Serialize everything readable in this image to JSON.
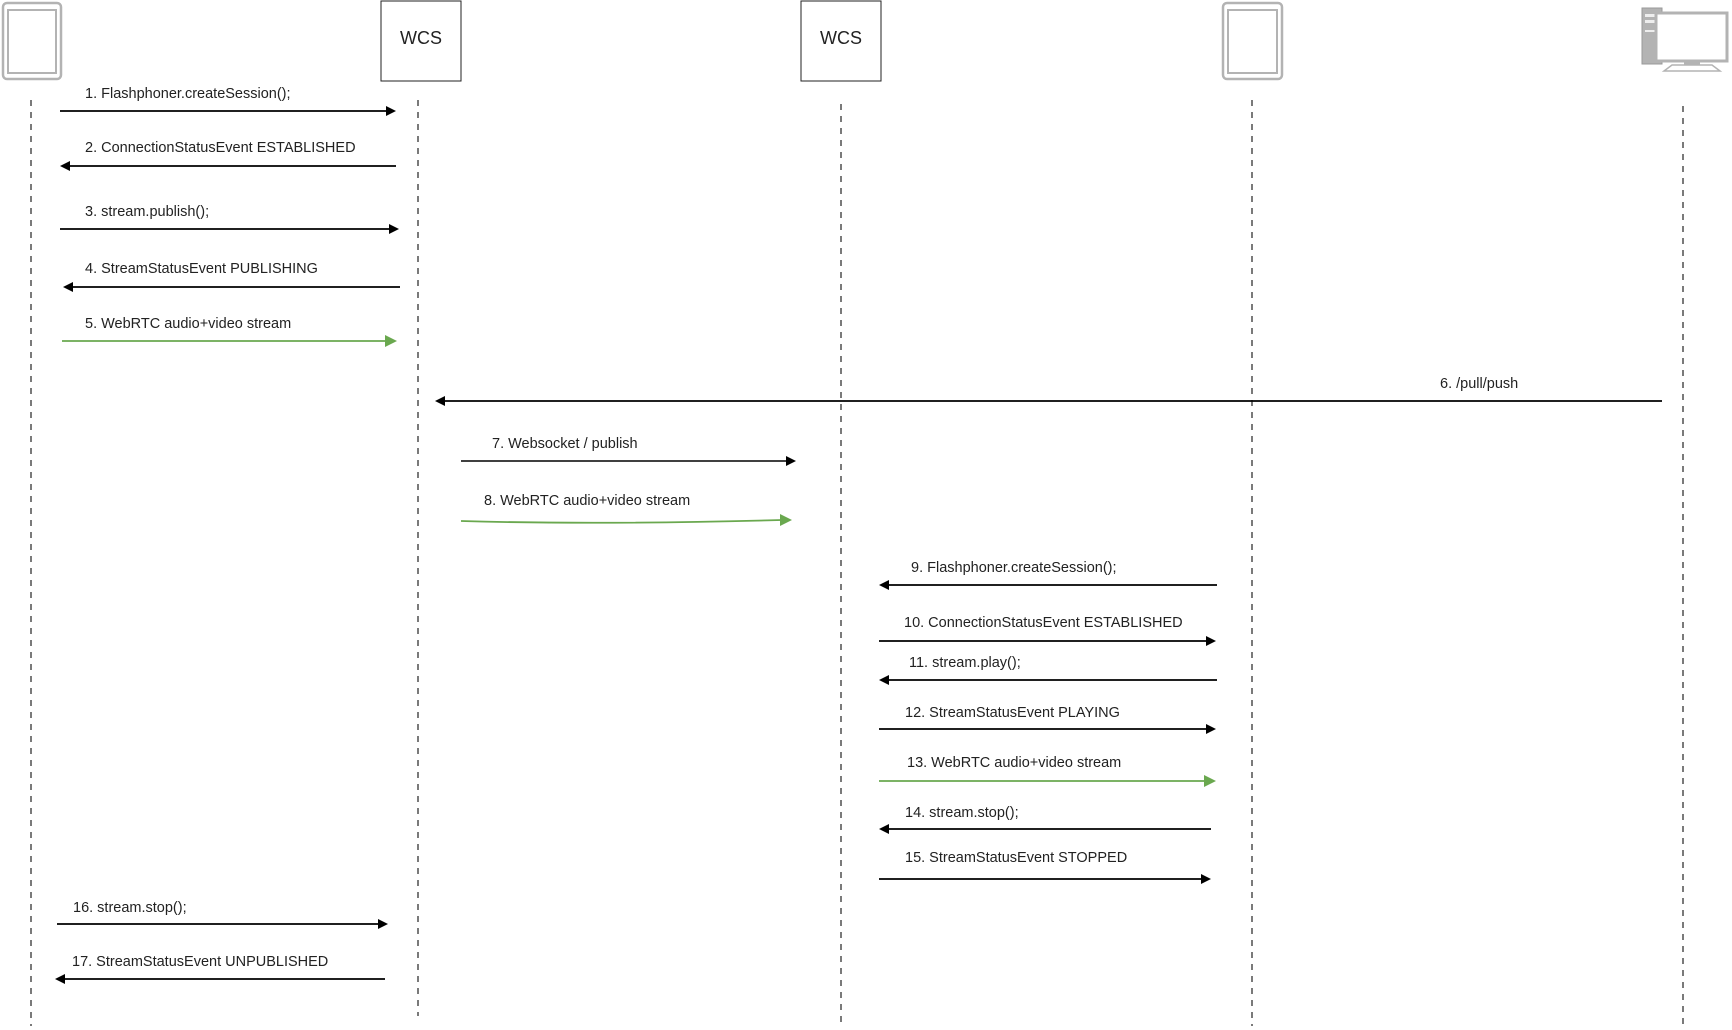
{
  "participants": [
    {
      "id": "client-publisher",
      "kind": "tablet",
      "label": ""
    },
    {
      "id": "wcs-1",
      "kind": "server-box",
      "label": "WCS"
    },
    {
      "id": "wcs-2",
      "kind": "server-box",
      "label": "WCS"
    },
    {
      "id": "client-player",
      "kind": "tablet",
      "label": ""
    },
    {
      "id": "rest-client",
      "kind": "desktop-computer",
      "label": ""
    }
  ],
  "messages": [
    {
      "n": 1,
      "label": "1. Flashphoner.createSession();",
      "from": "client-publisher",
      "to": "wcs-1",
      "kind": "call"
    },
    {
      "n": 2,
      "label": "2. ConnectionStatusEvent ESTABLISHED",
      "from": "wcs-1",
      "to": "client-publisher",
      "kind": "call"
    },
    {
      "n": 3,
      "label": "3. stream.publish();",
      "from": "client-publisher",
      "to": "wcs-1",
      "kind": "call"
    },
    {
      "n": 4,
      "label": "4. StreamStatusEvent PUBLISHING",
      "from": "wcs-1",
      "to": "client-publisher",
      "kind": "call"
    },
    {
      "n": 5,
      "label": "5. WebRTC audio+video stream",
      "from": "client-publisher",
      "to": "wcs-1",
      "kind": "stream"
    },
    {
      "n": 6,
      "label": "6. /pull/push",
      "from": "rest-client",
      "to": "wcs-1",
      "kind": "call"
    },
    {
      "n": 7,
      "label": "7. Websocket / publish",
      "from": "wcs-1",
      "to": "wcs-2",
      "kind": "call"
    },
    {
      "n": 8,
      "label": "8. WebRTC audio+video stream",
      "from": "wcs-1",
      "to": "wcs-2",
      "kind": "stream"
    },
    {
      "n": 9,
      "label": "9. Flashphoner.createSession();",
      "from": "client-player",
      "to": "wcs-2",
      "kind": "call"
    },
    {
      "n": 10,
      "label": "10. ConnectionStatusEvent ESTABLISHED",
      "from": "wcs-2",
      "to": "client-player",
      "kind": "call"
    },
    {
      "n": 11,
      "label": "11. stream.play();",
      "from": "client-player",
      "to": "wcs-2",
      "kind": "call"
    },
    {
      "n": 12,
      "label": "12. StreamStatusEvent PLAYING",
      "from": "wcs-2",
      "to": "client-player",
      "kind": "call"
    },
    {
      "n": 13,
      "label": "13. WebRTC audio+video stream",
      "from": "wcs-2",
      "to": "client-player",
      "kind": "stream"
    },
    {
      "n": 14,
      "label": "14. stream.stop();",
      "from": "client-player",
      "to": "wcs-2",
      "kind": "call"
    },
    {
      "n": 15,
      "label": "15. StreamStatusEvent STOPPED",
      "from": "wcs-2",
      "to": "client-player",
      "kind": "call"
    },
    {
      "n": 16,
      "label": "16. stream.stop();",
      "from": "client-publisher",
      "to": "wcs-1",
      "kind": "call"
    },
    {
      "n": 17,
      "label": "17. StreamStatusEvent UNPUBLISHED",
      "from": "wcs-1",
      "to": "client-publisher",
      "kind": "call"
    }
  ],
  "colors": {
    "call": "#000000",
    "stream": "#6aa84f",
    "lifeline": "#333333",
    "device": "#b3b3b3"
  }
}
